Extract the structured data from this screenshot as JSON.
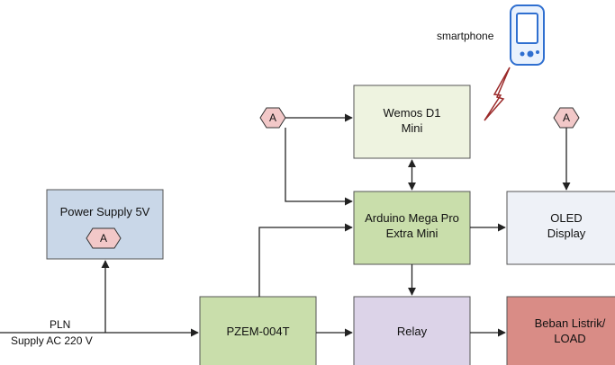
{
  "smartphone": {
    "label": "smartphone"
  },
  "blocks": {
    "wemos": {
      "line1": "Wemos D1",
      "line2": "Mini",
      "fill": "#eef3e0"
    },
    "arduino": {
      "line1": "Arduino Mega Pro",
      "line2": "Extra Mini",
      "fill": "#c9deab"
    },
    "oled": {
      "line1": "OLED",
      "line2": "Display",
      "fill": "#eef1f7"
    },
    "power_supply": {
      "line1": "Power Supply 5V",
      "fill": "#c9d7e8"
    },
    "pzem": {
      "line1": "PZEM-004T",
      "fill": "#c9deab"
    },
    "relay": {
      "line1": "Relay",
      "fill": "#dcd3e8"
    },
    "load": {
      "line1": "Beban Listrik/",
      "line2": "LOAD",
      "fill": "#d98c86"
    }
  },
  "connectors": {
    "label": "A",
    "fill": "#f2c8c8"
  },
  "supply": {
    "line1": "PLN",
    "line2": "Supply AC 220 V"
  },
  "colors": {
    "wire": "#222222",
    "lightning": "#9b2a2a",
    "phone": "#2f6fd0"
  }
}
